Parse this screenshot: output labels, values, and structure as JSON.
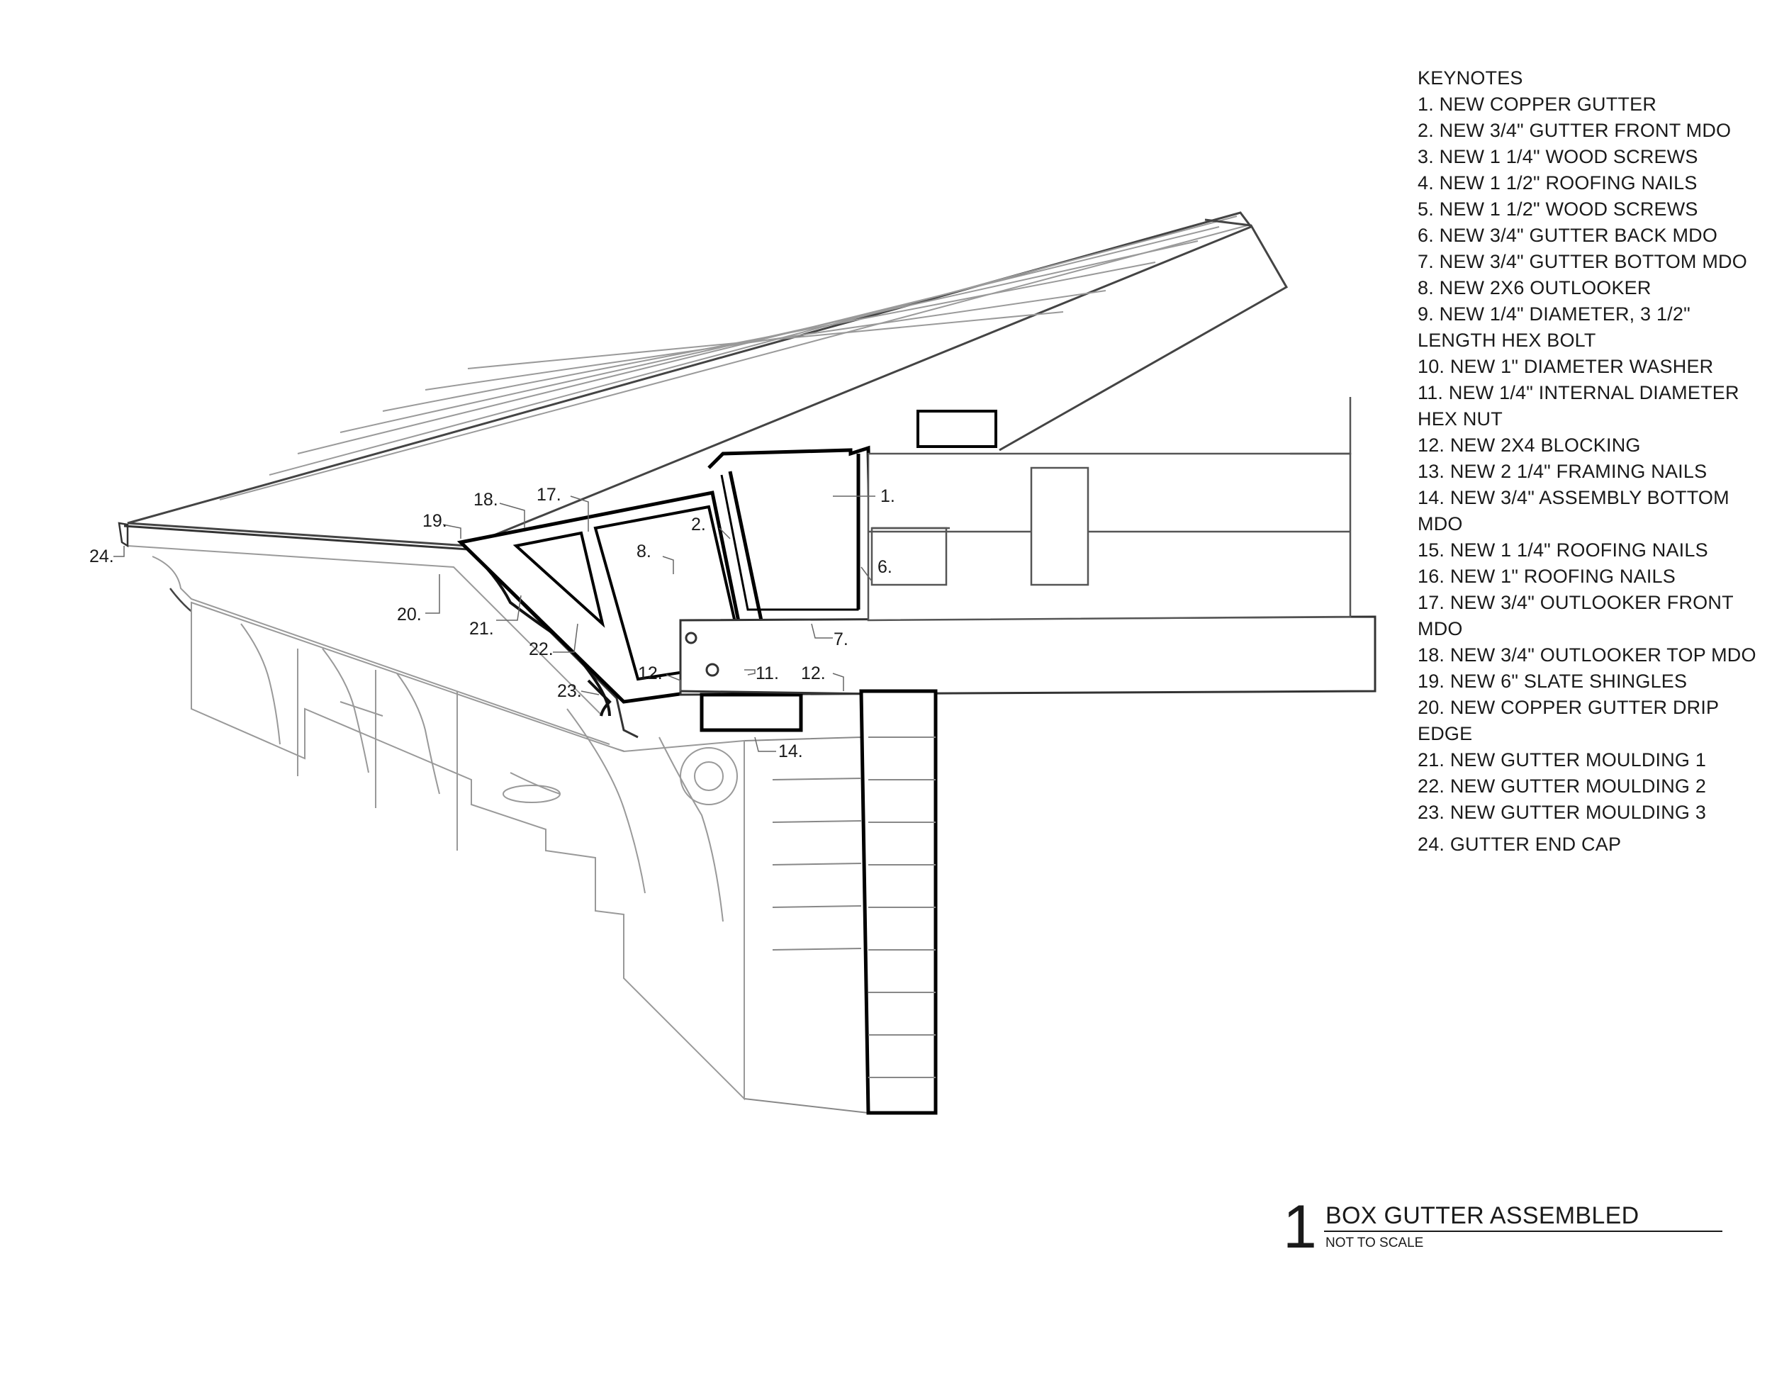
{
  "keynotes": {
    "heading": "KEYNOTES",
    "items": [
      "1. NEW COPPER GUTTER",
      "2. NEW 3/4\" GUTTER FRONT MDO",
      "3. NEW 1 1/4\" WOOD SCREWS",
      "4. NEW 1 1/2\" ROOFING NAILS",
      "5. NEW 1 1/2\" WOOD SCREWS",
      "6. NEW 3/4\" GUTTER BACK MDO",
      "7. NEW 3/4\" GUTTER BOTTOM MDO",
      "8. NEW 2X6 OUTLOOKER",
      "9. NEW 1/4\" DIAMETER, 3 1/2\" LENGTH HEX BOLT",
      "10. NEW 1\" DIAMETER WASHER",
      "11. NEW 1/4\" INTERNAL DIAMETER HEX NUT",
      "12. NEW 2X4 BLOCKING",
      "13. NEW 2 1/4\" FRAMING NAILS",
      "14. NEW 3/4\" ASSEMBLY BOTTOM MDO",
      "15. NEW 1 1/4\" ROOFING NAILS",
      "16. NEW 1\" ROOFING NAILS",
      "17. NEW 3/4\" OUTLOOKER FRONT MDO",
      "18. NEW 3/4\" OUTLOOKER TOP MDO",
      "19. NEW 6\" SLATE SHINGLES",
      "20. NEW COPPER GUTTER DRIP EDGE",
      "21. NEW GUTTER MOULDING 1",
      "22. NEW GUTTER MOULDING 2",
      "23. NEW GUTTER MOULDING 3",
      "24. GUTTER END CAP"
    ]
  },
  "callouts": {
    "c1": "1.",
    "c2": "2.",
    "c6": "6.",
    "c7": "7.",
    "c8": "8.",
    "c11": "11.",
    "c12a": "12.",
    "c12b": "12.",
    "c14": "14.",
    "c17": "17.",
    "c18": "18.",
    "c19": "19.",
    "c20": "20.",
    "c21": "21.",
    "c22": "22.",
    "c23": "23.",
    "c24": "24."
  },
  "title": {
    "number": "1",
    "name": "BOX GUTTER ASSEMBLED",
    "scale": "NOT TO SCALE"
  }
}
